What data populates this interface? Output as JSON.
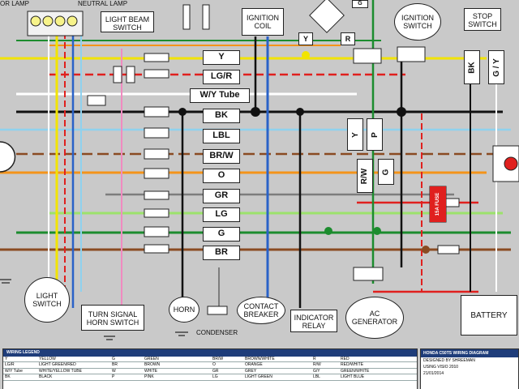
{
  "components": {
    "lamp_top_left": "OR LAMP",
    "neutral_lamp": "NEUTRAL LAMP",
    "light_beam_switch": "LIGHT BEAM SWITCH",
    "ignition_coil": "IGNITION COIL",
    "ignition_switch": "IGNITION SWITCH",
    "stop_switch": "STOP SWITCH",
    "light_switch": "LIGHT SWITCH",
    "turn_signal_horn_switch": "TURN SIGNAL HORN SWITCH",
    "horn": "HORN",
    "contact_breaker": "CONTACT BREAKER",
    "condenser": "CONDENSER",
    "indicator_relay": "INDICATOR RELAY",
    "ac_generator": "AC GENERATOR",
    "battery": "BATTERY",
    "fuse": "15A FUSE"
  },
  "wire_tags": [
    "Y",
    "LG/R",
    "W/Y Tube",
    "BK",
    "LBL",
    "BR/W",
    "O",
    "GR",
    "LG",
    "G",
    "BR"
  ],
  "small_tags": {
    "y_tag": "Y",
    "r_tag": "R",
    "g_top": "G",
    "bk_stop": "BK",
    "gy_stop": "G / Y",
    "y_mid": "Y",
    "p_mid": "P",
    "rw_mid": "R/W",
    "g_mid": "G"
  },
  "legend": {
    "title": "WIRING LEGEND",
    "rows": [
      [
        "Y",
        "YELLOW",
        "G",
        "GREEN",
        "BR/W",
        "BROWN/WHITE",
        "R",
        "RED"
      ],
      [
        "LG/R",
        "LIGHT GREEN/RED",
        "BR",
        "BROWN",
        "O",
        "ORANGE",
        "R/W",
        "RED/WHITE"
      ],
      [
        "W/Y Tube",
        "WHITE/YELLOW TUBE",
        "W",
        "WHITE",
        "GR",
        "GREY",
        "G/Y",
        "GREEN/WHITE"
      ],
      [
        "BK",
        "BLACK",
        "P",
        "PINK",
        "LG",
        "LIGHT GREEN",
        "LBL",
        "LIGHT BLUE"
      ]
    ]
  },
  "credit": {
    "title": "HONDA C50TS WIRING DIAGRAM",
    "line1": "DESIGNED BY SHREEMAN",
    "line2": "USING VISIO 2010",
    "line3": "21/01/2014"
  },
  "colors": {
    "yellow": "#f2e400",
    "red": "#e0201e",
    "green": "#1c8c2e",
    "light_green": "#9ce26c",
    "blue": "#2a62c8",
    "light_blue": "#8fd1ee",
    "orange": "#f4941a",
    "brown": "#8a4b22",
    "black": "#111111",
    "grey": "#7d7d7d",
    "white": "#ffffff",
    "pink": "#f08bc0"
  }
}
